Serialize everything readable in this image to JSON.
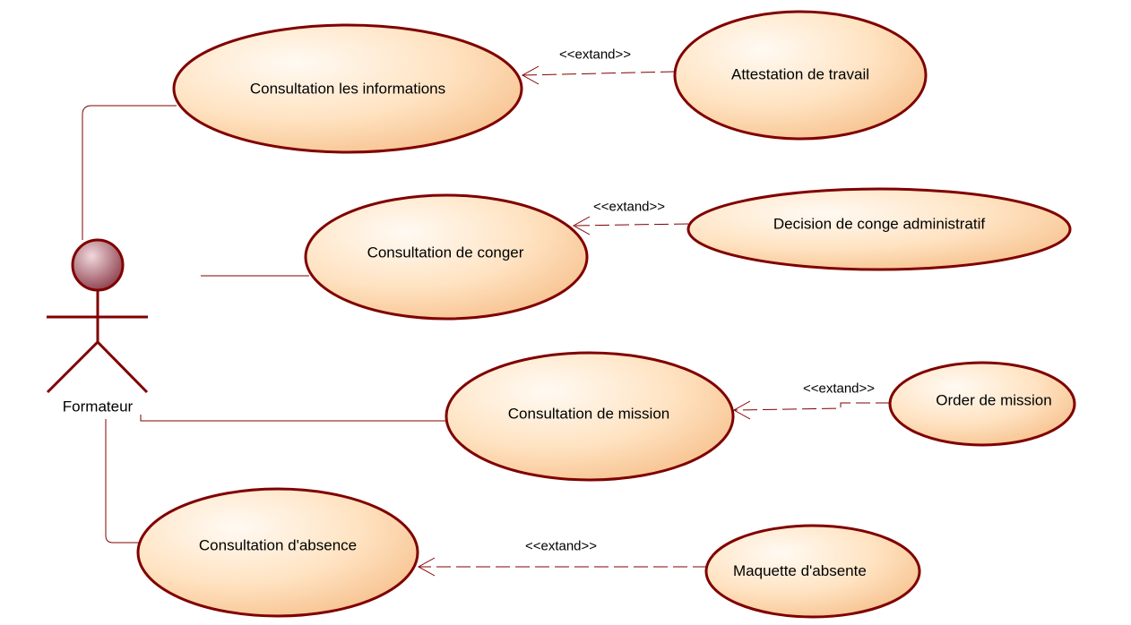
{
  "actor": {
    "name": "Formateur"
  },
  "use_cases": {
    "uc_informations": "Consultation les informations",
    "uc_conger": "Consultation de conger",
    "uc_mission": "Consultation de mission",
    "uc_absence": "Consultation d'absence",
    "ext_attestation": "Attestation de travail",
    "ext_decision": "Decision de conge administratif",
    "ext_order": "Order de mission",
    "ext_maquette": "Maquette d'absente"
  },
  "relations": {
    "extend_label": "<<extand>>"
  },
  "colors": {
    "stroke": "#800000",
    "fill_light": "#fffaf3",
    "fill_mid": "#ffe3c2",
    "fill_dark": "#f6c08c",
    "actor_head_light": "#f0d8dc",
    "actor_head_dark": "#8a3a48"
  }
}
